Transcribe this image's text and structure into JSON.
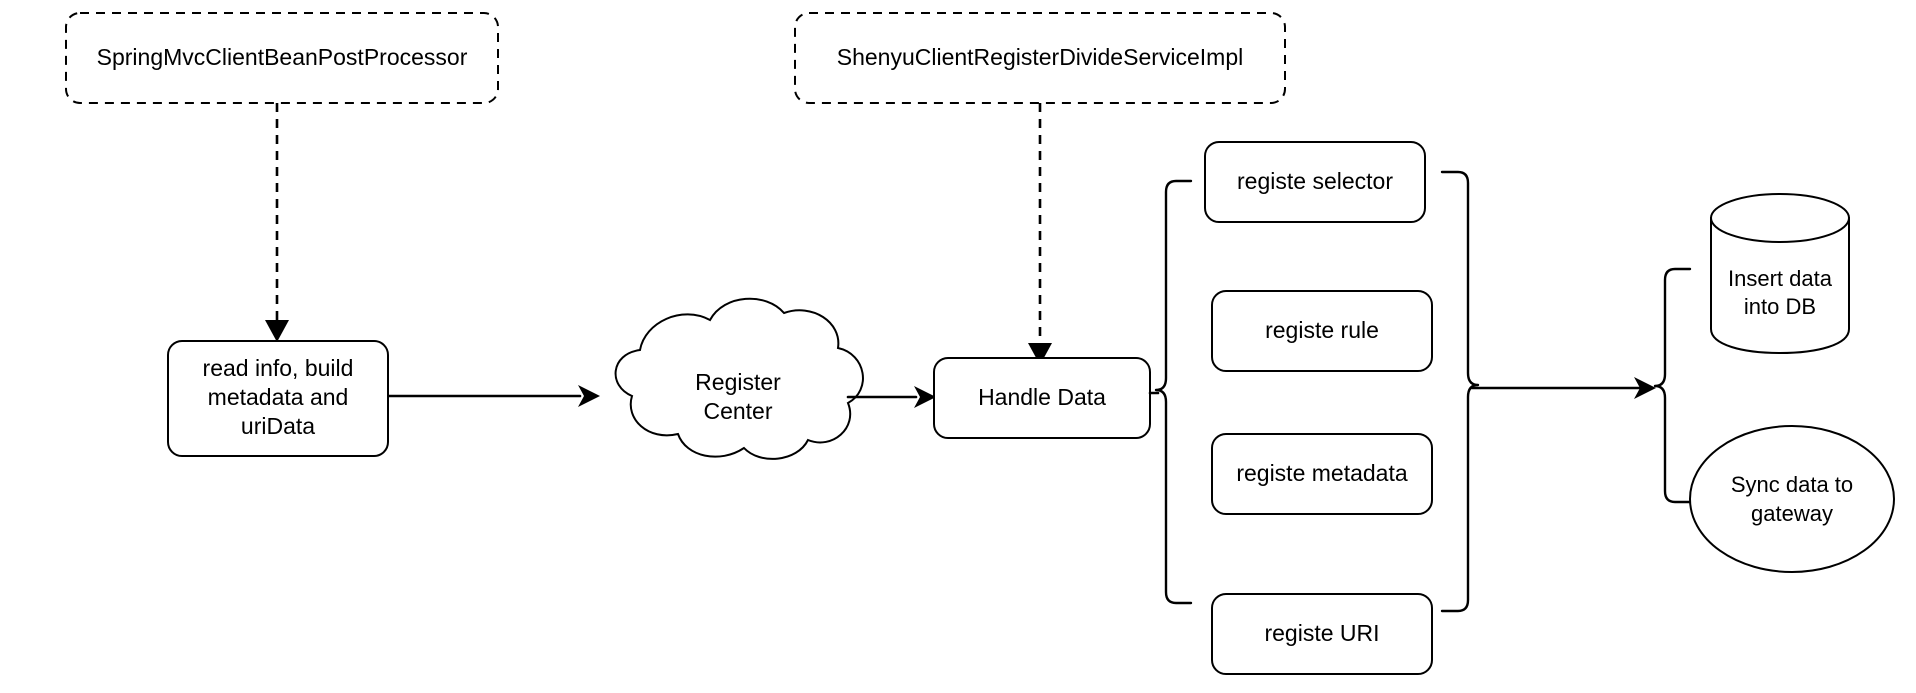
{
  "diagram": {
    "title": "Shenyu client registration flow",
    "background_color": "#ffffff",
    "stroke_color": "#000000",
    "nodes": [
      {
        "id": "spring-mvc-client-bean-post-processor",
        "label": "SpringMvcClientBeanPostProcessor",
        "shape": "dashed-rounded-rect"
      },
      {
        "id": "shenyu-client-register-divide-service-impl",
        "label": "ShenyuClientRegisterDivideServiceImpl",
        "shape": "dashed-rounded-rect"
      },
      {
        "id": "read-info-build-metadata",
        "label_lines": [
          "read info, build",
          "metadata and",
          "uriData"
        ],
        "shape": "rounded-rect"
      },
      {
        "id": "register-center",
        "label_lines": [
          "Register",
          "Center"
        ],
        "shape": "cloud"
      },
      {
        "id": "handle-data",
        "label": "Handle Data",
        "shape": "rounded-rect"
      },
      {
        "id": "registe-selector",
        "label": "registe selector",
        "shape": "rounded-rect"
      },
      {
        "id": "registe-rule",
        "label": "registe rule",
        "shape": "rounded-rect"
      },
      {
        "id": "registe-metadata",
        "label": "registe metadata",
        "shape": "rounded-rect"
      },
      {
        "id": "registe-uri",
        "label": "registe URI",
        "shape": "rounded-rect"
      },
      {
        "id": "insert-data-into-db",
        "label_lines": [
          "Insert data",
          "into DB"
        ],
        "shape": "cylinder"
      },
      {
        "id": "sync-data-to-gateway",
        "label_lines": [
          "Sync data to",
          "gateway"
        ],
        "shape": "ellipse"
      }
    ],
    "edges": [
      {
        "id": "edge-spring-to-read-info",
        "from": "spring-mvc-client-bean-post-processor",
        "to": "read-info-build-metadata",
        "style": "dashed",
        "arrow": "down"
      },
      {
        "id": "edge-read-info-to-register-center",
        "from": "read-info-build-metadata",
        "to": "register-center",
        "style": "solid",
        "arrow": "right"
      },
      {
        "id": "edge-register-center-to-handle-data",
        "from": "register-center",
        "to": "handle-data",
        "style": "solid",
        "arrow": "right"
      },
      {
        "id": "edge-shenyu-to-handle-data",
        "from": "shenyu-client-register-divide-service-impl",
        "to": "handle-data",
        "style": "dashed",
        "arrow": "down"
      },
      {
        "id": "edge-handle-data-brace-left",
        "from": "handle-data",
        "to": "registe-group",
        "style": "brace",
        "arrow": "none"
      },
      {
        "id": "edge-registe-group-brace-right",
        "from": "registe-group",
        "to": "storage-group",
        "style": "brace",
        "arrow": "right"
      },
      {
        "id": "edge-storage-brace",
        "from": "storage-group",
        "to": "insert-data-into-db",
        "style": "brace",
        "arrow": "none"
      }
    ]
  }
}
